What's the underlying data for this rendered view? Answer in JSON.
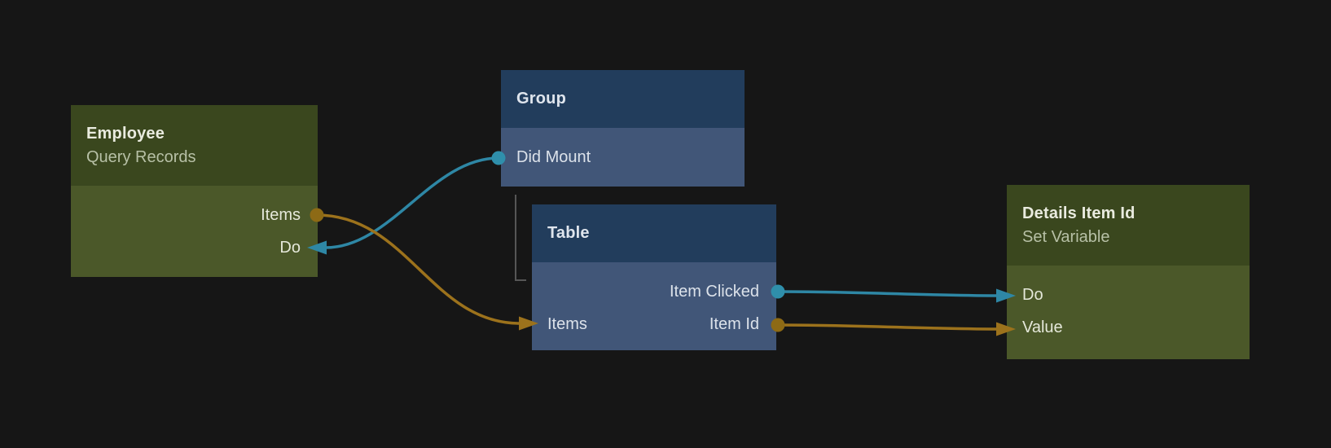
{
  "colors": {
    "background": "#161616",
    "green_header": "#3a471e",
    "green_body": "#4b5829",
    "blue_header": "#223d5c",
    "blue_body": "#415678",
    "green_title": "#e9ebdf",
    "green_subtitle": "#b7c0a6",
    "green_text": "#e5e8da",
    "blue_title": "#dfe5ed",
    "blue_text": "#dce2ea",
    "teal": "#2e87a5",
    "teal_dot": "#2f8fab",
    "gold": "#9c721c",
    "gold_dot": "#8d6a15",
    "elbow": "#565656"
  },
  "nodes": {
    "employee": {
      "title": "Employee",
      "subtitle": "Query Records",
      "ports": [
        {
          "label": "Items",
          "side": "right",
          "connector": "dot",
          "color": "gold",
          "direction": "output"
        },
        {
          "label": "Do",
          "side": "right",
          "connector": "arrow",
          "color": "teal",
          "direction": "input"
        }
      ]
    },
    "group": {
      "title": "Group",
      "ports": [
        {
          "label": "Did Mount",
          "side": "left",
          "connector": "dot",
          "color": "teal",
          "direction": "output"
        }
      ]
    },
    "table": {
      "title": "Table",
      "ports": [
        {
          "label": "Item Clicked",
          "side": "right",
          "connector": "dot",
          "color": "teal",
          "direction": "output"
        },
        {
          "label": "Items",
          "side": "left",
          "connector": "arrow",
          "color": "gold",
          "direction": "input"
        },
        {
          "label": "Item Id",
          "side": "right",
          "connector": "dot",
          "color": "gold",
          "direction": "output"
        }
      ]
    },
    "details": {
      "title": "Details Item Id",
      "subtitle": "Set Variable",
      "ports": [
        {
          "label": "Do",
          "side": "left",
          "connector": "arrow",
          "color": "teal",
          "direction": "input"
        },
        {
          "label": "Value",
          "side": "left",
          "connector": "arrow",
          "color": "gold",
          "direction": "input"
        }
      ]
    }
  },
  "edges": [
    {
      "id": "group-didmount-to-employee-do",
      "from": "Group / Did Mount",
      "to": "Employee / Do",
      "color": "teal"
    },
    {
      "id": "employee-items-to-table-items",
      "from": "Employee / Items",
      "to": "Table / Items",
      "color": "gold"
    },
    {
      "id": "table-itemclicked-to-details-do",
      "from": "Table / Item Clicked",
      "to": "Details Item Id / Do",
      "color": "teal"
    },
    {
      "id": "table-itemid-to-details-value",
      "from": "Table / Item Id",
      "to": "Details Item Id / Value",
      "color": "gold"
    }
  ]
}
